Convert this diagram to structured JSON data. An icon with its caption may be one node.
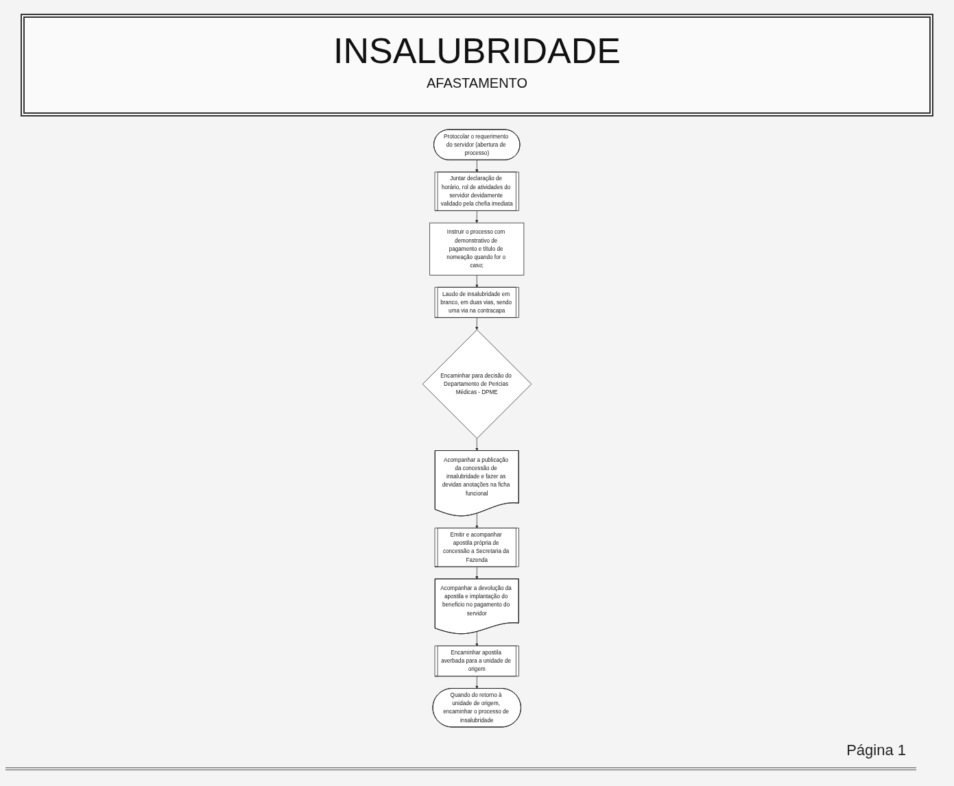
{
  "diagram": {
    "title": "INSALUBRIDADE",
    "caption": "AFASTAMENTO",
    "nodes": [
      {
        "text": [
          "Protocolar o requerimento do servidor (abertura de processo)"
        ]
      },
      {
        "text": [
          "Juntar declaração de horário, rol de atividades do servidor devidamente validado pela chefia imediata"
        ]
      },
      {
        "text": [
          "Instruir o processo com demonstrativo de pagamento e título de nomeação quando for o caso;"
        ]
      },
      {
        "text": [
          "Laudo de insalubridade em branco, em duas vias, sendo uma via na contracapa"
        ]
      },
      {
        "text": [
          "Encaminhar para decisão do Departamento de Pericias Médicas - DPME"
        ]
      },
      {
        "text": [
          "Acompanhar a publicação da concessão de insalubridade e fazer as devidas anotações na ficha funcional"
        ]
      },
      {
        "text": [
          "Emitir e acompanhar apostila própria de concessão a Secretaria da Fazenda"
        ]
      },
      {
        "text": [
          "Acompanhar a devolução da apostila e implantação do beneficio no pagamento do servidor"
        ]
      },
      {
        "text": [
          "Encaminhar apostila averbada para a unidade de origem"
        ]
      },
      {
        "text": [
          "Quando do retorno à unidade de origem, encaminhar o processo de insalubridade"
        ]
      }
    ],
    "edges": [
      {
        "from": 0,
        "to": 1,
        "arrow": "to"
      },
      {
        "from": 1,
        "to": 2,
        "arrow": "to"
      },
      {
        "from": 2,
        "to": 3,
        "arrow": "to"
      },
      {
        "from": 3,
        "to": 4,
        "arrow": "to"
      },
      {
        "from": 4,
        "to": 5,
        "arrow": "to"
      },
      {
        "from": 5,
        "to": 6,
        "arrow": "to"
      },
      {
        "from": 6,
        "to": 7,
        "arrow": "to"
      },
      {
        "from": 7,
        "to": 8,
        "arrow": "to"
      },
      {
        "from": 8,
        "to": 9,
        "arrow": "to"
      }
    ],
    "labels": [
      "Página 1"
    ]
  }
}
